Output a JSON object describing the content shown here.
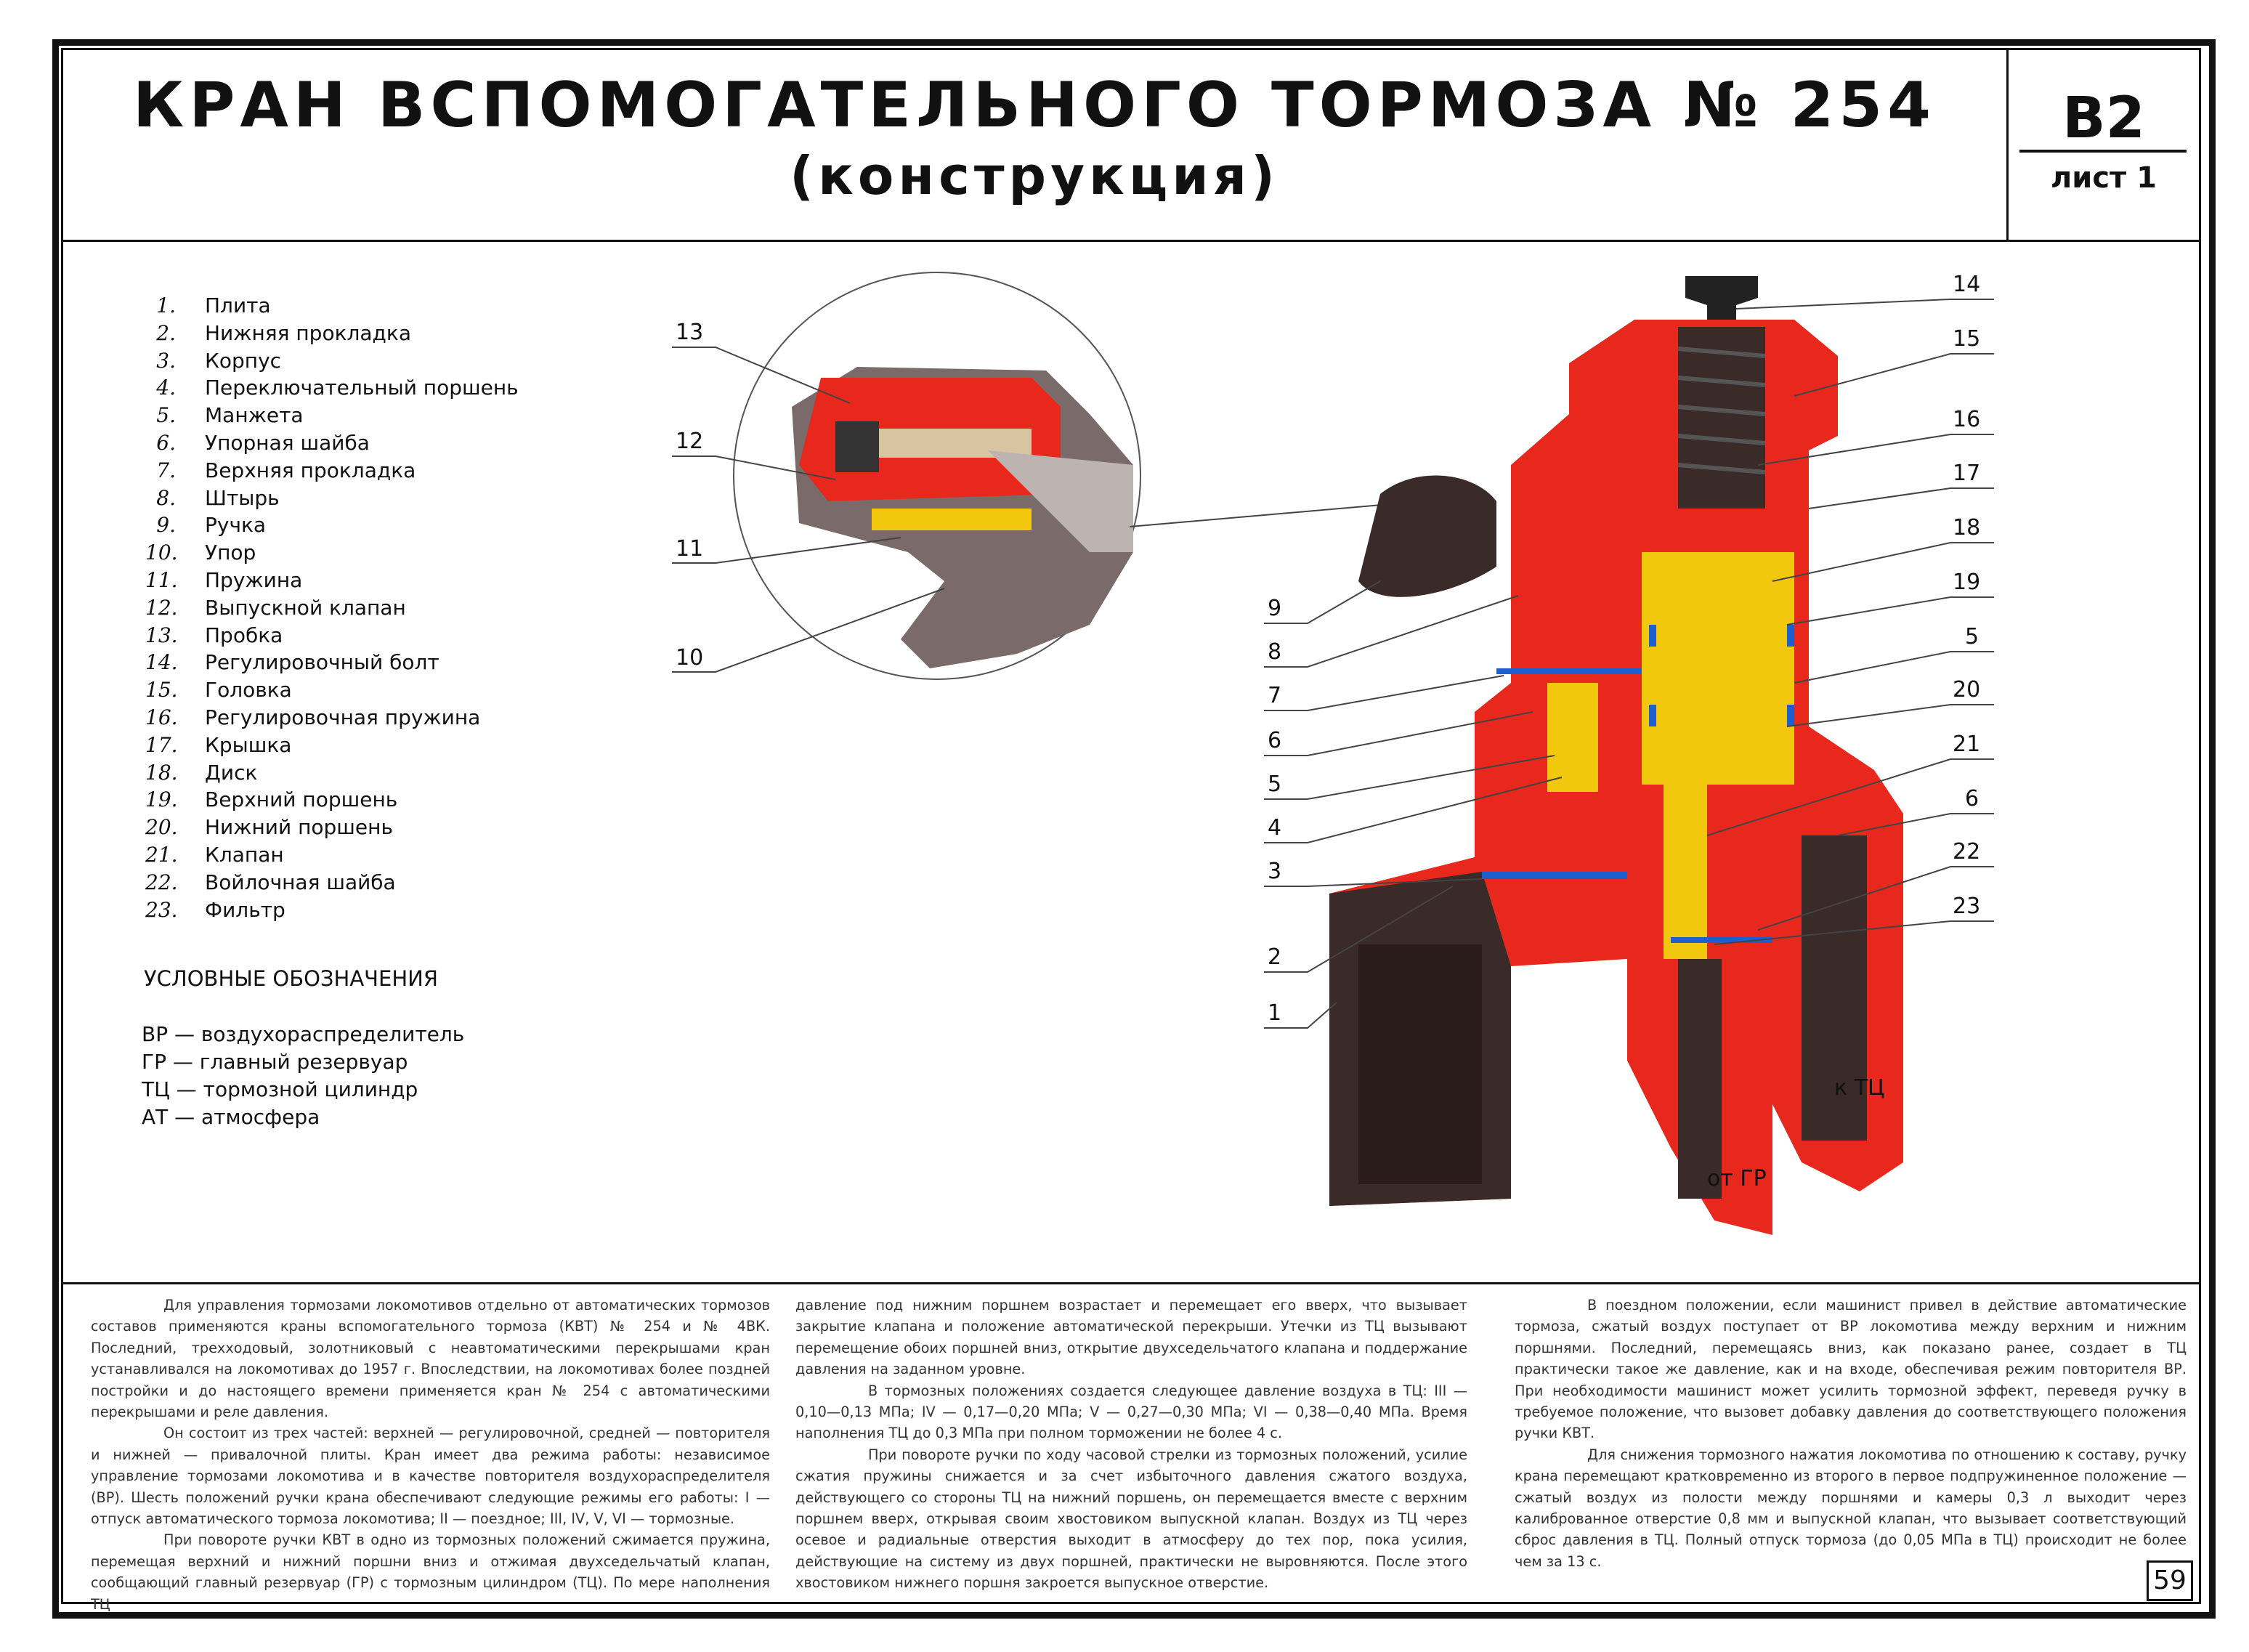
{
  "header": {
    "title_line1": "КРАН ВСПОМОГАТЕЛЬНОГО ТОРМОЗА № 254",
    "title_line2": "(конструкция)",
    "code": "В2",
    "sheet": "лист 1"
  },
  "parts": [
    {
      "n": "1.",
      "label": "Плита"
    },
    {
      "n": "2.",
      "label": "Нижняя прокладка"
    },
    {
      "n": "3.",
      "label": "Корпус"
    },
    {
      "n": "4.",
      "label": "Переключательный поршень"
    },
    {
      "n": "5.",
      "label": "Манжета"
    },
    {
      "n": "6.",
      "label": "Упорная шайба"
    },
    {
      "n": "7.",
      "label": "Верхняя прокладка"
    },
    {
      "n": "8.",
      "label": "Штырь"
    },
    {
      "n": "9.",
      "label": "Ручка"
    },
    {
      "n": "10.",
      "label": "Упор"
    },
    {
      "n": "11.",
      "label": "Пружина"
    },
    {
      "n": "12.",
      "label": "Выпускной клапан"
    },
    {
      "n": "13.",
      "label": "Пробка"
    },
    {
      "n": "14.",
      "label": "Регулировочный болт"
    },
    {
      "n": "15.",
      "label": "Головка"
    },
    {
      "n": "16.",
      "label": "Регулировочная пружина"
    },
    {
      "n": "17.",
      "label": "Крышка"
    },
    {
      "n": "18.",
      "label": "Диск"
    },
    {
      "n": "19.",
      "label": "Верхний поршень"
    },
    {
      "n": "20.",
      "label": "Нижний поршень"
    },
    {
      "n": "21.",
      "label": "Клапан"
    },
    {
      "n": "22.",
      "label": "Войлочная шайба"
    },
    {
      "n": "23.",
      "label": "Фильтр"
    }
  ],
  "legend": {
    "heading": "УСЛОВНЫЕ ОБОЗНАЧЕНИЯ",
    "items": [
      "ВР — воздухораспределитель",
      "ГР — главный резервуар",
      "ТЦ — тормозной цилиндр",
      "АТ — атмосфера"
    ]
  },
  "diagram": {
    "inset_callouts": [
      "13",
      "12",
      "11",
      "10"
    ],
    "left_callouts": [
      "9",
      "8",
      "7",
      "6",
      "5",
      "4",
      "3",
      "2",
      "1"
    ],
    "right_callouts": [
      "14",
      "15",
      "16",
      "17",
      "18",
      "19",
      "5",
      "20",
      "21",
      "6",
      "22",
      "23"
    ],
    "port_tc": "к ТЦ",
    "port_gr": "от ГР",
    "colors": {
      "body": "#e8281c",
      "dark": "#3a2a28",
      "brass": "#f2c80f",
      "seal": "#1e5fd0"
    }
  },
  "text": {
    "col1": [
      "Для управления тормозами локомотивов отдельно от автоматических тормозов составов применяются краны вспомогательного тормоза (КВТ) № 254 и № 4ВК. Последний, трехходовый, золотниковый с неавтоматическими перекрышами кран устанавливался на локомотивах до 1957 г. Впоследствии, на локомотивах более поздней постройки и до настоящего времени применяется кран № 254 с автоматическими перекрышами и реле давления.",
      "Он состоит из трех частей: верхней — регулировочной, средней — повторителя и нижней — привалочной плиты. Кран имеет два режима работы: независимое управление тормозами локомотива и в качестве повторителя воздухораспределителя (ВР). Шесть положений ручки крана обеспечивают следующие режимы его работы: I — отпуск автоматического тормоза локомотива; II — поездное; III, IV, V, VI — тормозные.",
      "При повороте ручки КВТ в одно из тормозных положений сжимается пружина, перемещая верхний и нижний поршни вниз и отжимая двухседельчатый клапан, сообщающий главный резервуар (ГР) с тормозным цилиндром (ТЦ). По мере наполнения ТЦ"
    ],
    "col2": [
      "давление под нижним поршнем возрастает и перемещает его вверх, что вызывает закрытие клапана и положение автоматической перекрыши. Утечки из ТЦ вызывают перемещение обоих поршней вниз, открытие двухседельчатого клапана и поддержание давления на заданном уровне.",
      "В тормозных положениях создается следующее давление воздуха в ТЦ: III — 0,10—0,13 МПа; IV — 0,17—0,20 МПа; V — 0,27—0,30 МПа; VI — 0,38—0,40 МПа. Время наполнения ТЦ до 0,3 МПа при полном торможении не более 4 с.",
      "При повороте ручки по ходу часовой стрелки из тормозных положений, усилие сжатия пружины снижается и за счет избыточного давления сжатого воздуха, действующего со стороны ТЦ на нижний поршень, он перемещается вместе с верхним поршнем вверх, открывая своим хвостовиком выпускной клапан. Воздух из ТЦ через осевое и радиальные отверстия выходит в атмосферу до тех пор, пока усилия, действующие на систему из двух поршней, практически не выровняются. После этого хвостовиком нижнего поршня закроется выпускное отверстие."
    ],
    "col3": [
      "В поездном положении, если машинист привел в действие автоматические тормоза, сжатый воздух поступает от ВР локомотива между верхним и нижним поршнями. Последний, перемещаясь вниз, как показано ранее, создает в ТЦ практически такое же давление, как и на входе, обеспечивая режим повторителя ВР. При необходимости машинист может усилить тормозной эффект, переведя ручку в требуемое положение, что вызовет добавку давления до соответствующего положения ручки КВТ.",
      "Для снижения тормозного нажатия локомотива по отношению к составу, ручку крана перемещают кратковременно из второго в первое подпружиненное положение — сжатый воздух из полости между поршнями и камеры 0,3 л выходит через калиброванное отверстие 0,8 мм и выпускной клапан, что вызывает соответствующий сброс давления в ТЦ. Полный отпуск тормоза (до 0,05 МПа в ТЦ) происходит не более чем за 13 с."
    ]
  },
  "page_number": "59"
}
